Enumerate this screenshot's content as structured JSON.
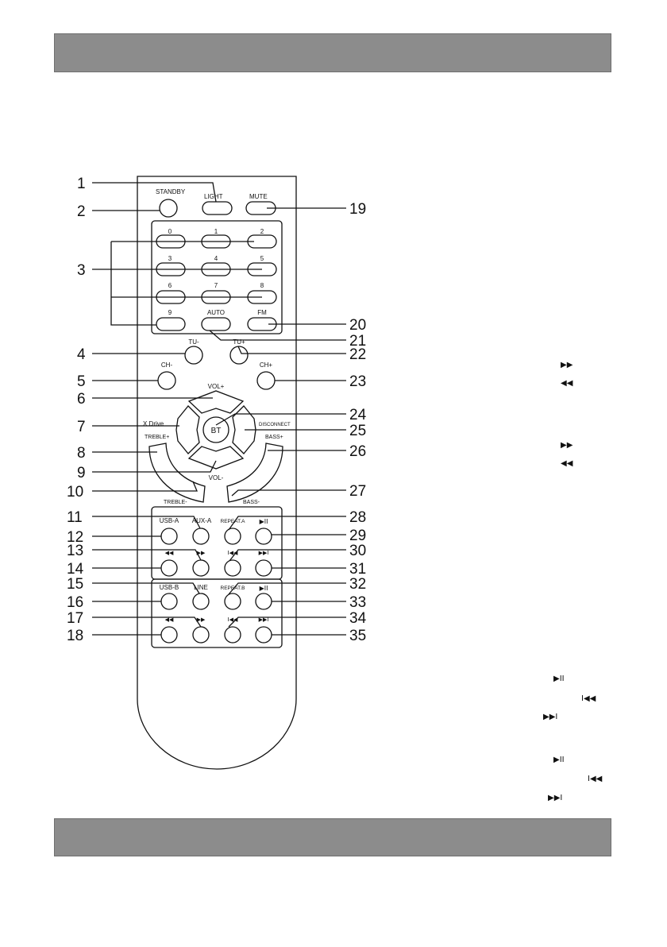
{
  "remote": {
    "standby": "STANDBY",
    "light": "LIGHT",
    "mute": "MUTE",
    "digits": [
      "0",
      "1",
      "2",
      "3",
      "4",
      "5",
      "6",
      "7",
      "8",
      "9"
    ],
    "auto": "AUTO",
    "fm": "FM",
    "tu_minus": "TU-",
    "tu_plus": "TU+",
    "ch_minus": "CH-",
    "ch_plus": "CH+",
    "vol_plus": "VOL+",
    "vol_minus": "VOL-",
    "x_drive": "X Drive",
    "disconnect": "DISCONNECT",
    "bt": "BT",
    "treble_plus": "TREBLE+",
    "treble_minus": "TREBLE-",
    "bass_plus": "BASS+",
    "bass_minus": "BASS-",
    "usb_a": "USB-A",
    "aux_a": "AUX-A",
    "repeat_a": "REPEAT.A",
    "usb_b": "USB-B",
    "line": "LINE",
    "repeat_b": "REPEAT.B"
  },
  "callouts": [
    "1",
    "2",
    "3",
    "4",
    "5",
    "6",
    "7",
    "8",
    "9",
    "10",
    "11",
    "12",
    "13",
    "14",
    "15",
    "16",
    "17",
    "18",
    "19",
    "20",
    "21",
    "22",
    "23",
    "24",
    "25",
    "26",
    "27",
    "28",
    "29",
    "30",
    "31",
    "32",
    "33",
    "34",
    "35"
  ],
  "icons": {
    "play_pause": "▶II",
    "rewind": "◀◀",
    "fast_forward": "▶▶",
    "prev": "I◀◀",
    "next": "▶▶I"
  }
}
